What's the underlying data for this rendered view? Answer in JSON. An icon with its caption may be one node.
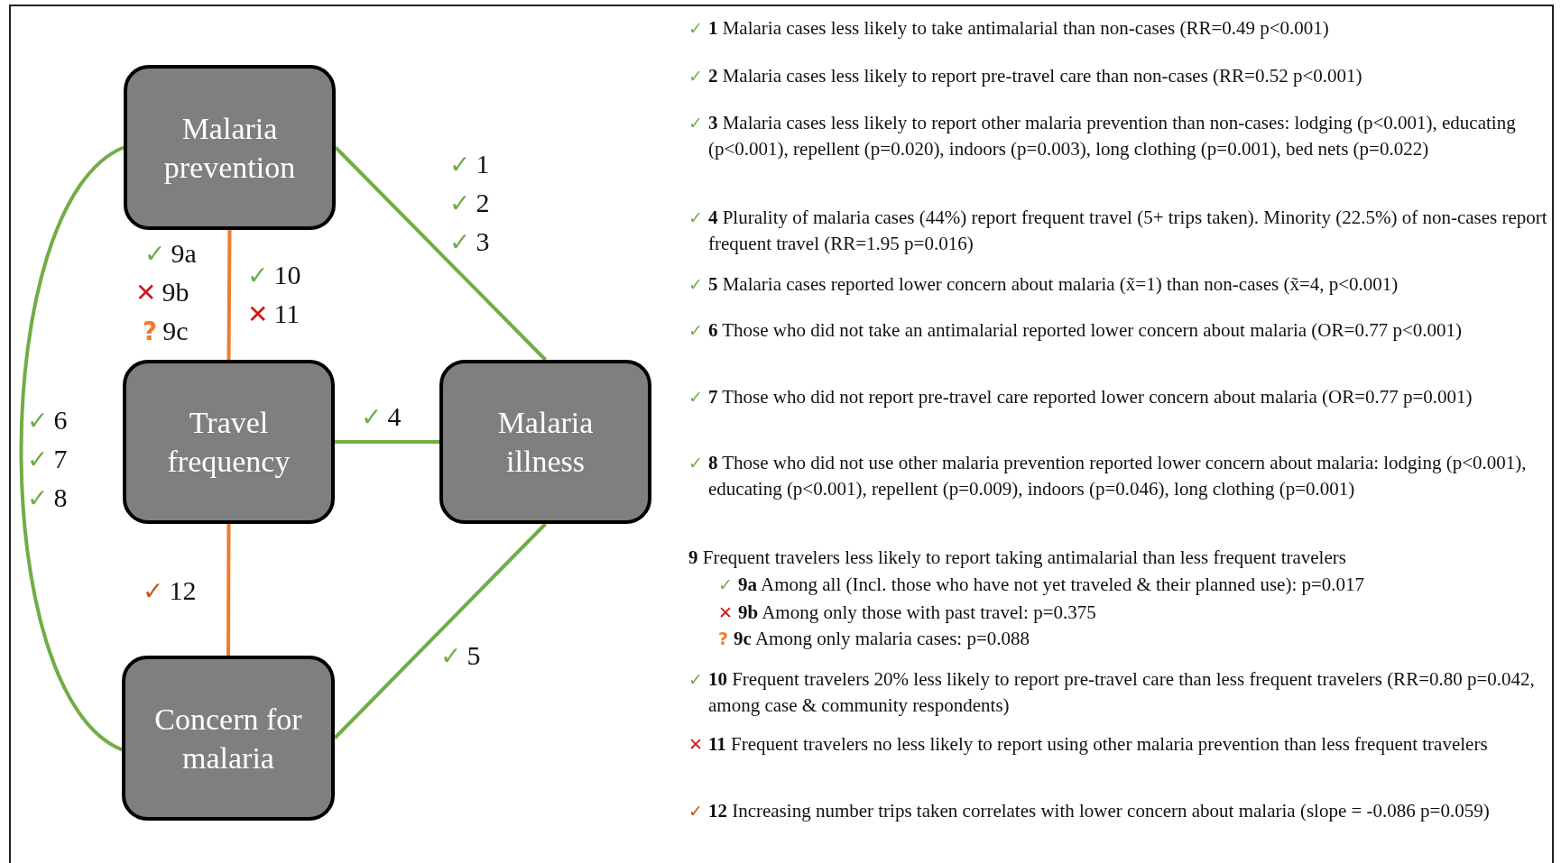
{
  "diagram": {
    "nodes": [
      {
        "text": [
          "Malaria prevention"
        ]
      },
      {
        "text": [
          "Travel frequency"
        ]
      },
      {
        "text": [
          "Malaria illness"
        ]
      },
      {
        "text": [
          "Concern for malaria"
        ]
      }
    ],
    "edges": [
      {
        "from": 0,
        "to": 2,
        "arrow": "none"
      },
      {
        "from": 0,
        "to": 1,
        "arrow": "none",
        "color": "#ed7d31"
      },
      {
        "from": 1,
        "to": 2,
        "arrow": "none"
      },
      {
        "from": 1,
        "to": 3,
        "arrow": "none",
        "color": "#ed7d31"
      },
      {
        "from": 2,
        "to": 3,
        "arrow": "none"
      },
      {
        "from": 0,
        "to": 3,
        "arrow": "none"
      }
    ],
    "labels": [
      "✓ 1",
      "✓ 2",
      "✓ 3",
      "✓ 9a",
      "✓ 10",
      "✕ 9b",
      "✕ 11",
      "? 9c",
      "✓ 6",
      "✓ 4",
      "✓ 7",
      "✓ 8",
      "✓ 12",
      "✓ 5",
      "✓ **1** Malaria cases less likely to take antimalarial than non-cases (RR=0.49 p<0.001)",
      "✓ **2** Malaria cases less likely to report pre-travel care than non-cases (RR=0.52 p<0.001)",
      "✓ **3** Malaria cases less likely to report other malaria prevention than non-cases: lodging (p<0.001), educating (p<0.001), repellent (p=0.020), indoors (p=0.003), long clothing (p=0.001), bed nets (p=0.022)",
      "✓ **4** Plurality of malaria cases (44%) report frequent travel (5+ trips taken). Minority (22.5%) of non-cases report frequent travel (RR=1.95 p=0.016)",
      "✓ **5** Malaria cases reported lower concern about malaria (x̃=1) than non-cases (x̃=4, p<0.001)",
      "✓ **6** Those who did not take an antimalarial reported lower concern about malaria (OR=0.77 p<0.001)",
      "✓ **7** Those who did not report pre-travel care reported lower concern about malaria (OR=0.77 p=0.001)",
      "✓ **8** Those who did not use other malaria prevention reported lower concern about malaria: lodging (p<0.001), educating (p<0.001), repellent (p=0.009), indoors (p=0.046), long clothing (p=0.001)",
      "**9** Frequent travelers less likely to report taking antimalarial than less frequent travelers",
      "✓ **9a** Among all (Incl. those who have not yet traveled & their planned use): p=0.017",
      "✕ **9b** Among only those with past travel: p=0.375",
      "? **9c** Among only malaria cases: p=0.088",
      "✓ **10** Frequent travelers 20% less likely to report pre-travel care than less frequent travelers (RR=0.80 p=0.042, among case & community respondents)",
      "✕ **11** Frequent travelers no less likely to report using other malaria prevention than less frequent travelers",
      "✓ **12** Increasing number trips taken correlates with lower concern about malaria (slope = -0.086 p=0.059)"
    ]
  }
}
